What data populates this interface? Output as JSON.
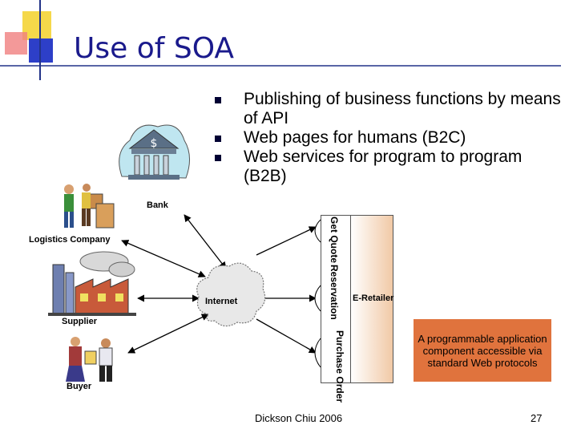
{
  "slide": {
    "title": "Use of SOA",
    "bullets": [
      "Publishing of business functions by means of API",
      "Web pages for humans (B2C)",
      "Web services for program to program (B2B)"
    ],
    "labels": {
      "bank": "Bank",
      "logistics": "Logistics Company",
      "supplier": "Supplier",
      "buyer": "Buyer",
      "internet": "Internet",
      "retailer": "E-Retailer"
    },
    "services": {
      "get_quote": "Get Quote",
      "reservation": "Reservation",
      "purchase_order": "Purchase Order"
    },
    "callout": "A programmable application component accessible via standard Web protocols",
    "footer": {
      "author": "Dickson Chiu 2006",
      "page": "27"
    }
  },
  "colors": {
    "title": "#1a1a8c",
    "callout": "#e0733d",
    "retailer_gradient_end": "#f1c9a6",
    "deco_yellow": "#f5d84a",
    "deco_blue": "#2d3fc8",
    "deco_pink": "#f08080"
  }
}
